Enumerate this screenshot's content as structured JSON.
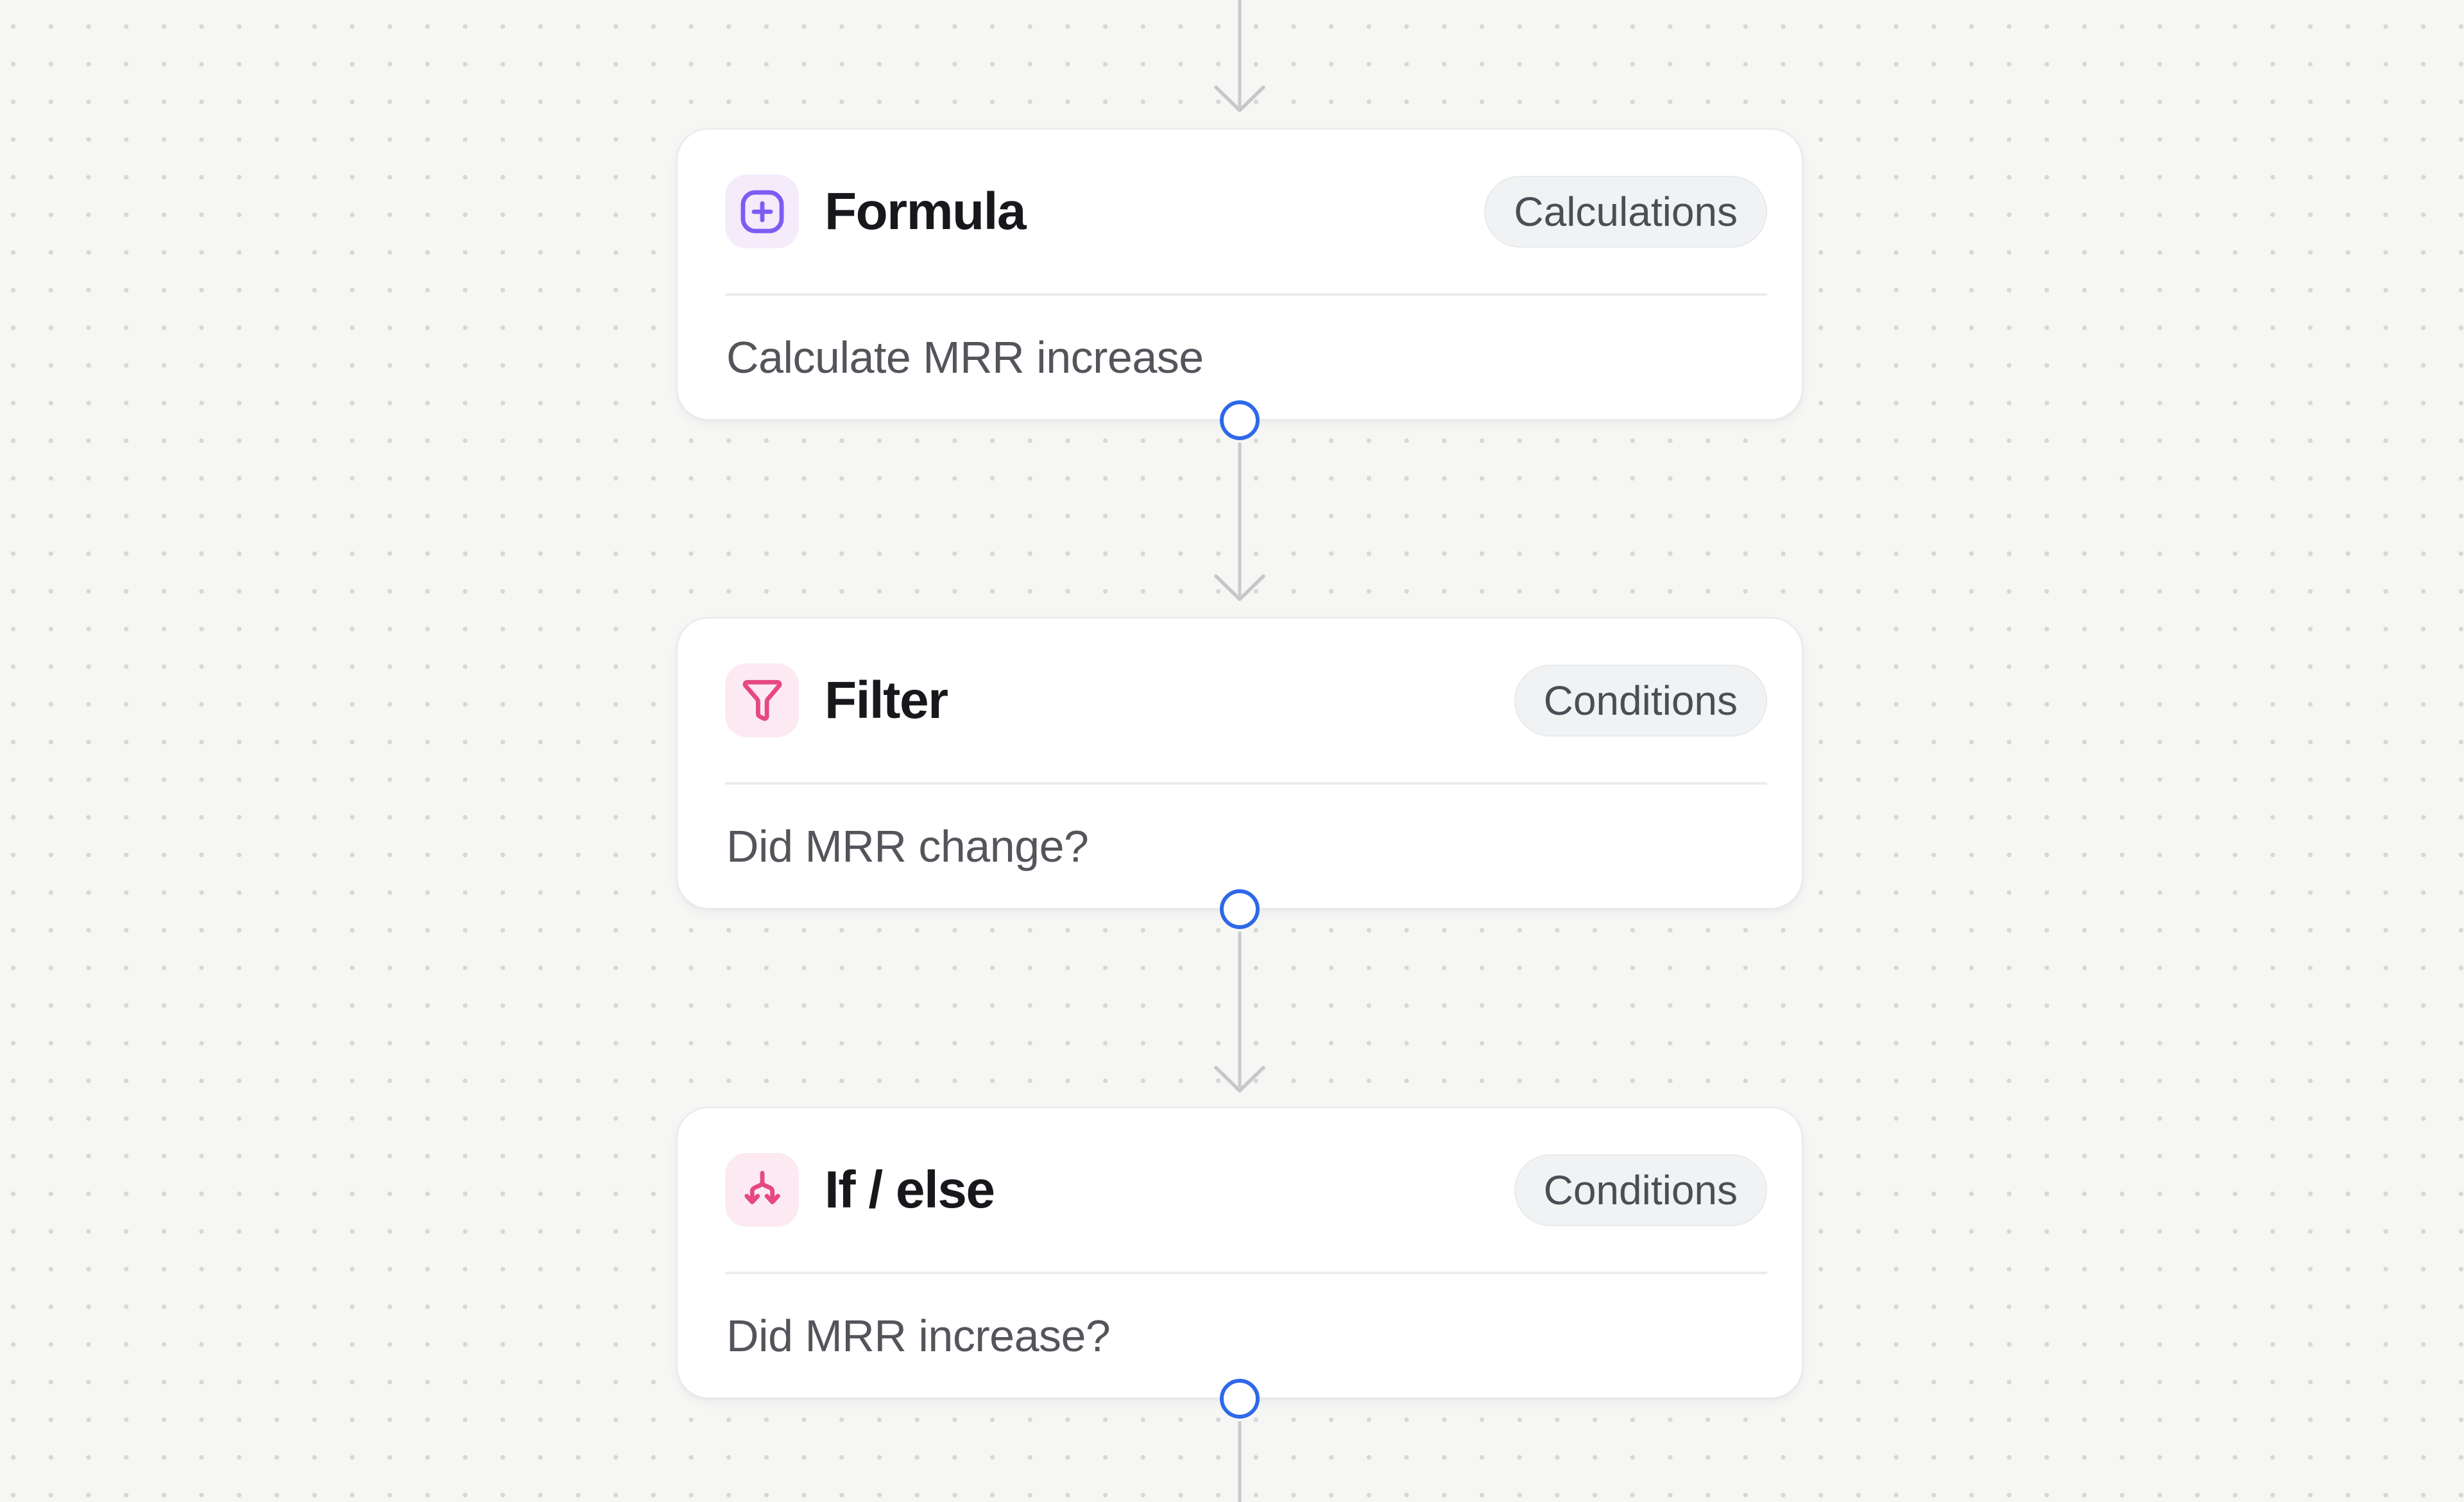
{
  "canvas": {
    "background_color": "#f6f6f5",
    "dot_color": "#d7d7d6",
    "line_color": "#c9cacc",
    "port_color": "#2e68e9"
  },
  "nodes": [
    {
      "title": "Formula",
      "category": "Calculations",
      "description": "Calculate MRR increase",
      "icon": "formula-plus-square-icon",
      "icon_accent": "#7c5cf3",
      "icon_background": "#f4ebfb"
    },
    {
      "title": "Filter",
      "category": "Conditions",
      "description": "Did MRR change?",
      "icon": "funnel-icon",
      "icon_accent": "#e5497f",
      "icon_background": "#fce9f1"
    },
    {
      "title": "If / else",
      "category": "Conditions",
      "description": "Did MRR increase?",
      "icon": "split-branch-icon",
      "icon_accent": "#e5497f",
      "icon_background": "#fce9f1"
    }
  ]
}
